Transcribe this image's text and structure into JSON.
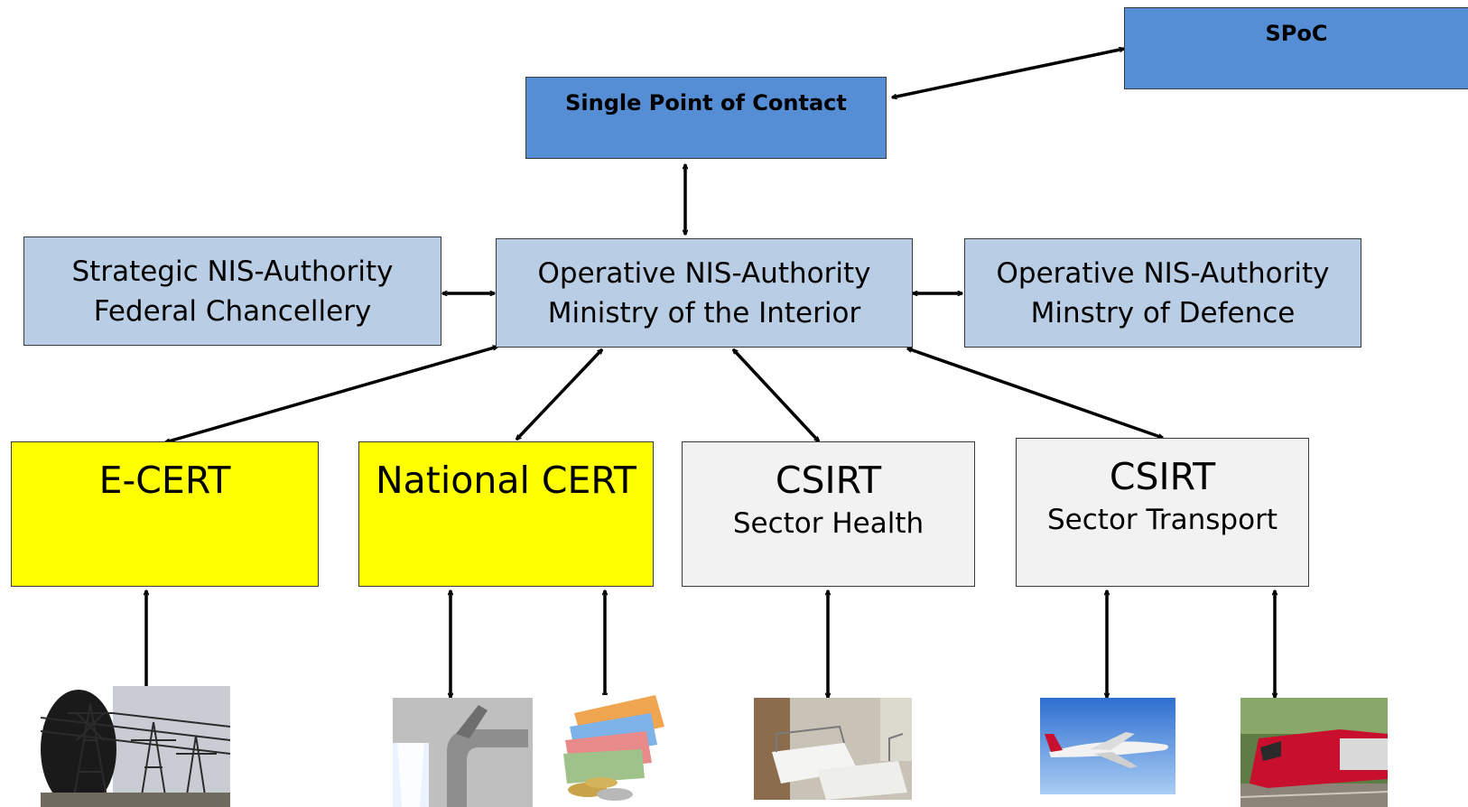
{
  "spoc_box": {
    "label": "SPoC"
  },
  "contact_box": {
    "label": "Single Point of Contact"
  },
  "strategic_box": {
    "line1": "Strategic NIS-Authority",
    "line2": "Federal Chancellery"
  },
  "interior_box": {
    "line1": "Operative NIS-Authority",
    "line2": "Ministry of the Interior"
  },
  "defence_box": {
    "line1": "Operative NIS-Authority",
    "line2": "Minstry of Defence"
  },
  "ecert_box": {
    "title": "E-CERT"
  },
  "national_box": {
    "title": "National CERT"
  },
  "health_box": {
    "title": "CSIRT",
    "subtitle": "Sector Health"
  },
  "transport_box": {
    "title": "CSIRT",
    "subtitle": "Sector Transport"
  },
  "pictures": [
    "power-lines",
    "water-tap",
    "euro-money",
    "hospital-beds",
    "airplane",
    "train"
  ],
  "colors": {
    "dark_blue": "#558ed5",
    "light_blue": "#b9cde5",
    "yellow": "#ffff00",
    "grey": "#f2f2f2"
  }
}
